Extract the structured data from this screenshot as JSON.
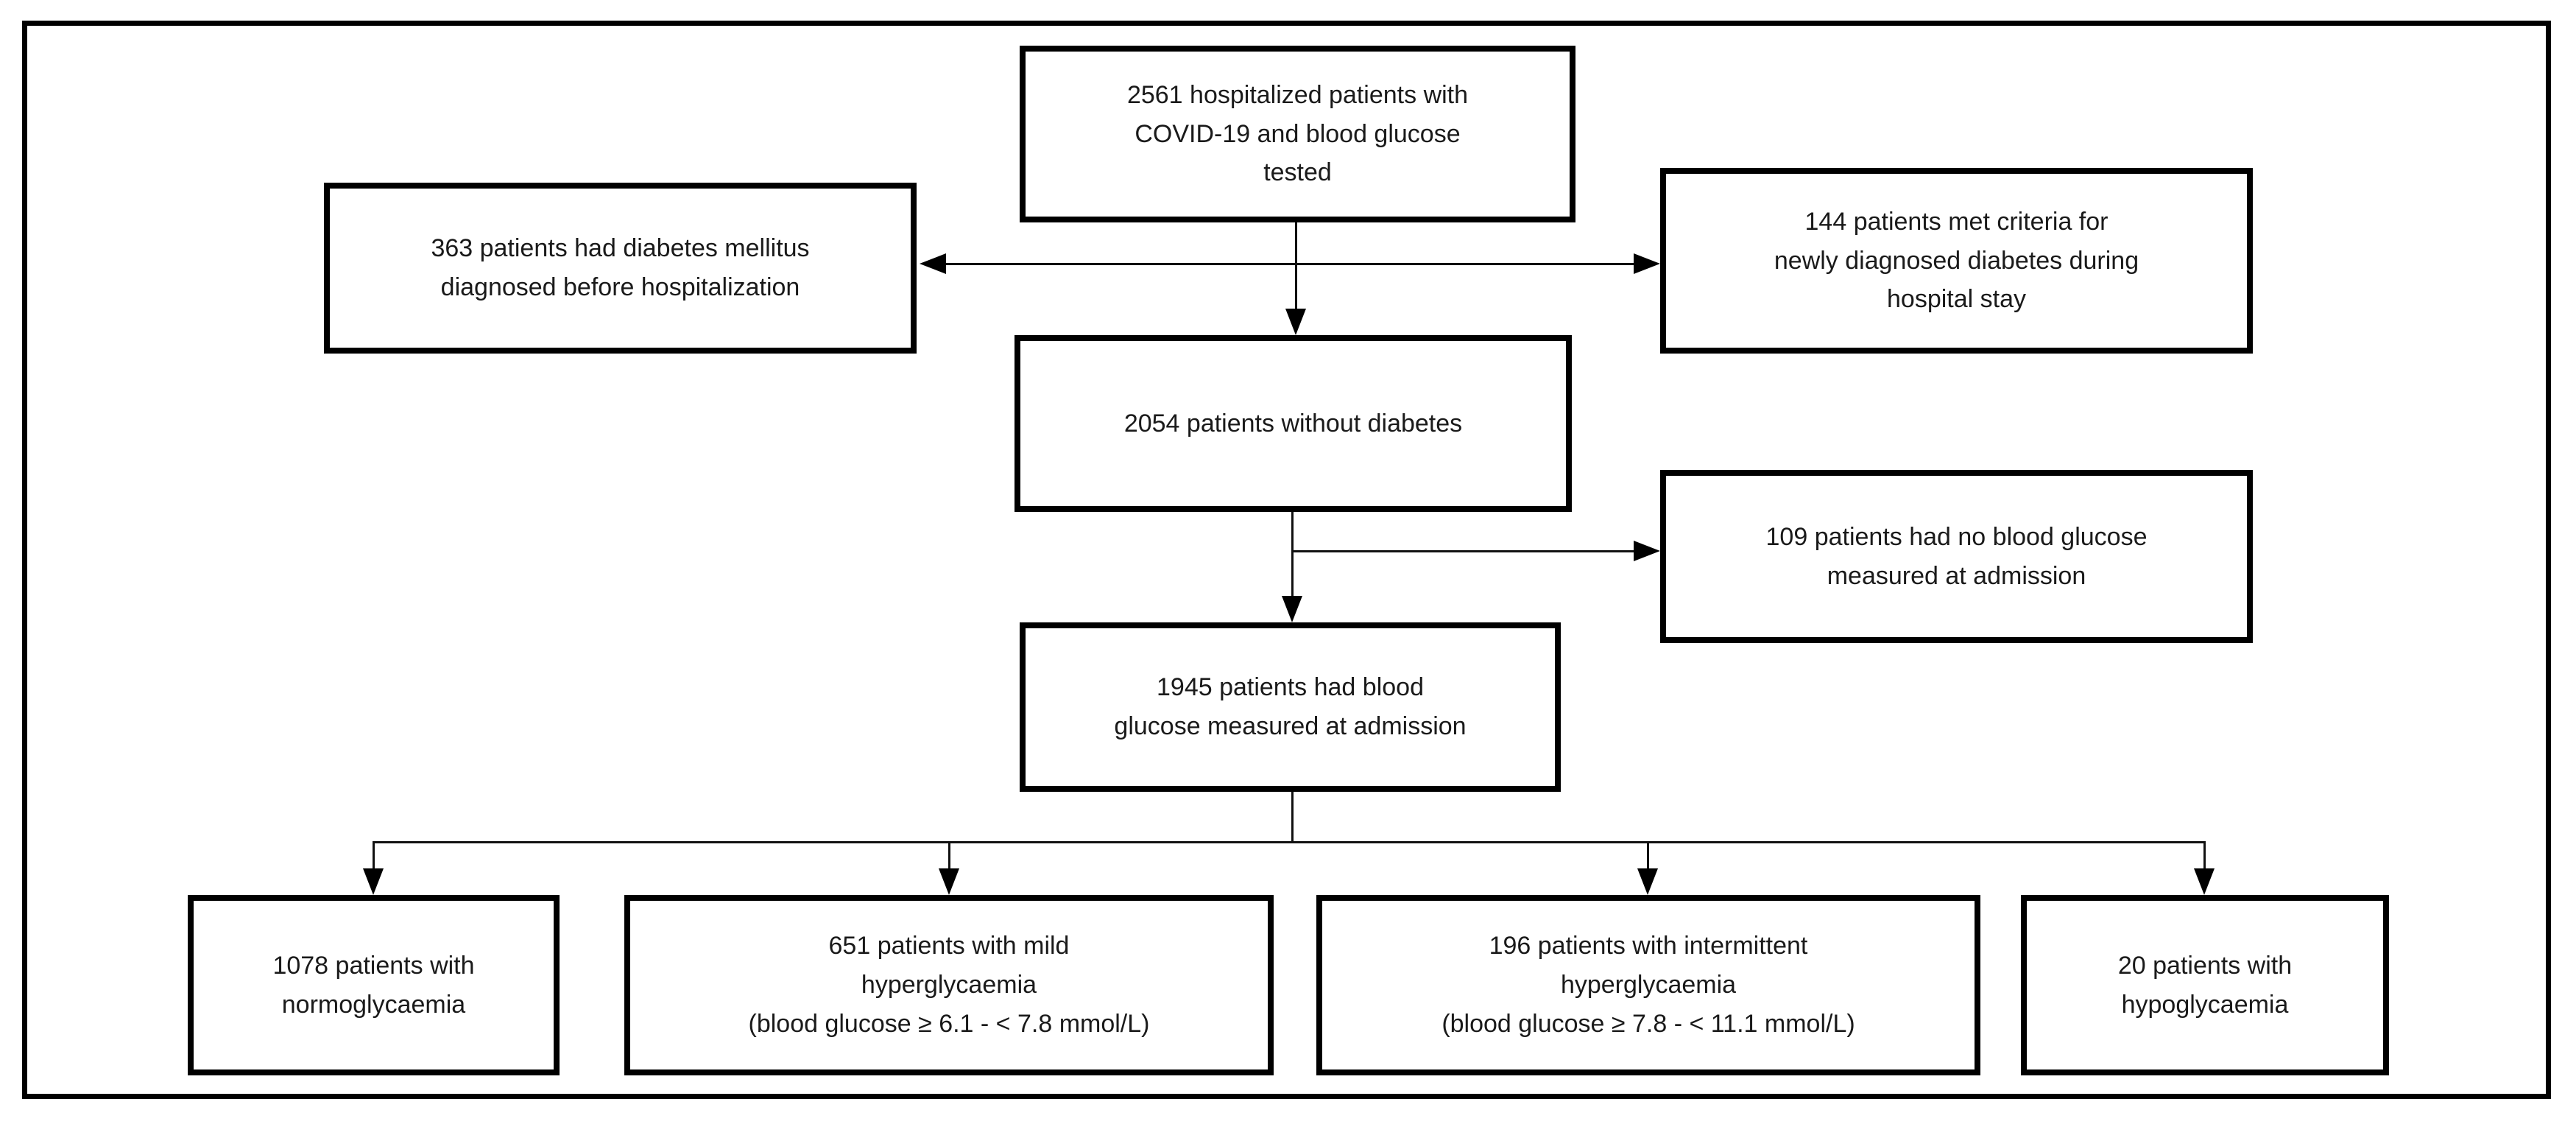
{
  "figure": {
    "type": "flowchart",
    "background_color": "#ffffff",
    "line_color": "#000000",
    "text_color": "#1a1a1a",
    "boxes": {
      "total": {
        "text": "2561 hospitalized patients with\nCOVID-19 and blood glucose\ntested"
      },
      "preexisting": {
        "text": "363 patients had diabetes mellitus\ndiagnosed before hospitalization"
      },
      "newdm": {
        "text": "144 patients met criteria for\nnewly diagnosed diabetes during\nhospital stay"
      },
      "nodm": {
        "text": "2054 patients without diabetes"
      },
      "noglucose": {
        "text": "109 patients had no blood glucose\nmeasured at admission"
      },
      "measured": {
        "text": "1945 patients had blood\nglucose measured at admission"
      },
      "normo": {
        "text": "1078 patients with\nnormoglycaemia"
      },
      "mild": {
        "text": "651 patients with mild\nhyperglycaemia\n(blood glucose ≥ 6.1 - < 7.8 mmol/L)"
      },
      "intermittent": {
        "text": "196 patients with intermittent\nhyperglycaemia\n(blood glucose ≥ 7.8 - < 11.1 mmol/L)"
      },
      "hypo": {
        "text": "20 patients with\nhypoglycaemia"
      }
    }
  }
}
